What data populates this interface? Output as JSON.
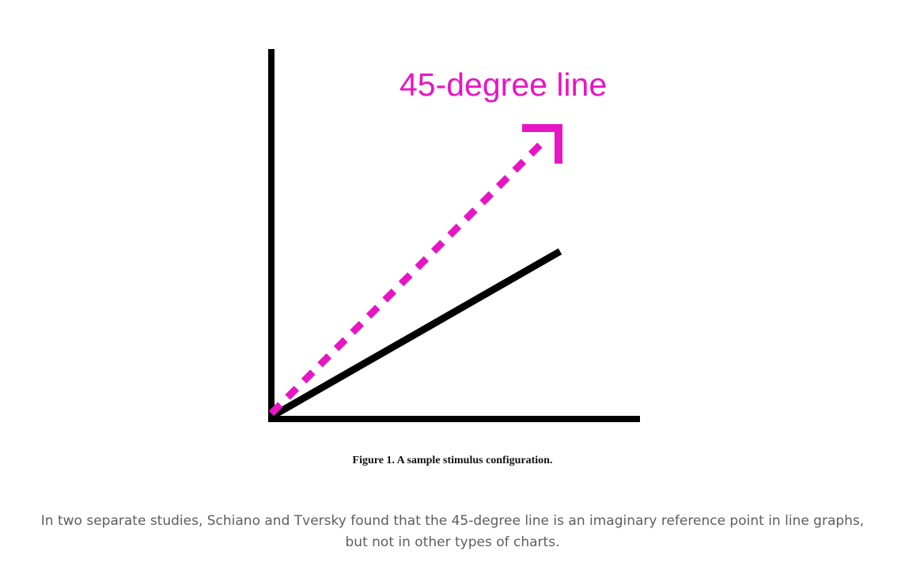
{
  "figure": {
    "annotation_label": "45-degree line",
    "caption": "Figure 1. A sample stimulus configuration.",
    "accent_color": "#e815c4",
    "line_color": "#000000"
  },
  "article": {
    "caption_text": "In two separate studies, Schiano and Tversky found that the 45-degree line is an imaginary reference point in line graphs, but not in other types of charts."
  }
}
